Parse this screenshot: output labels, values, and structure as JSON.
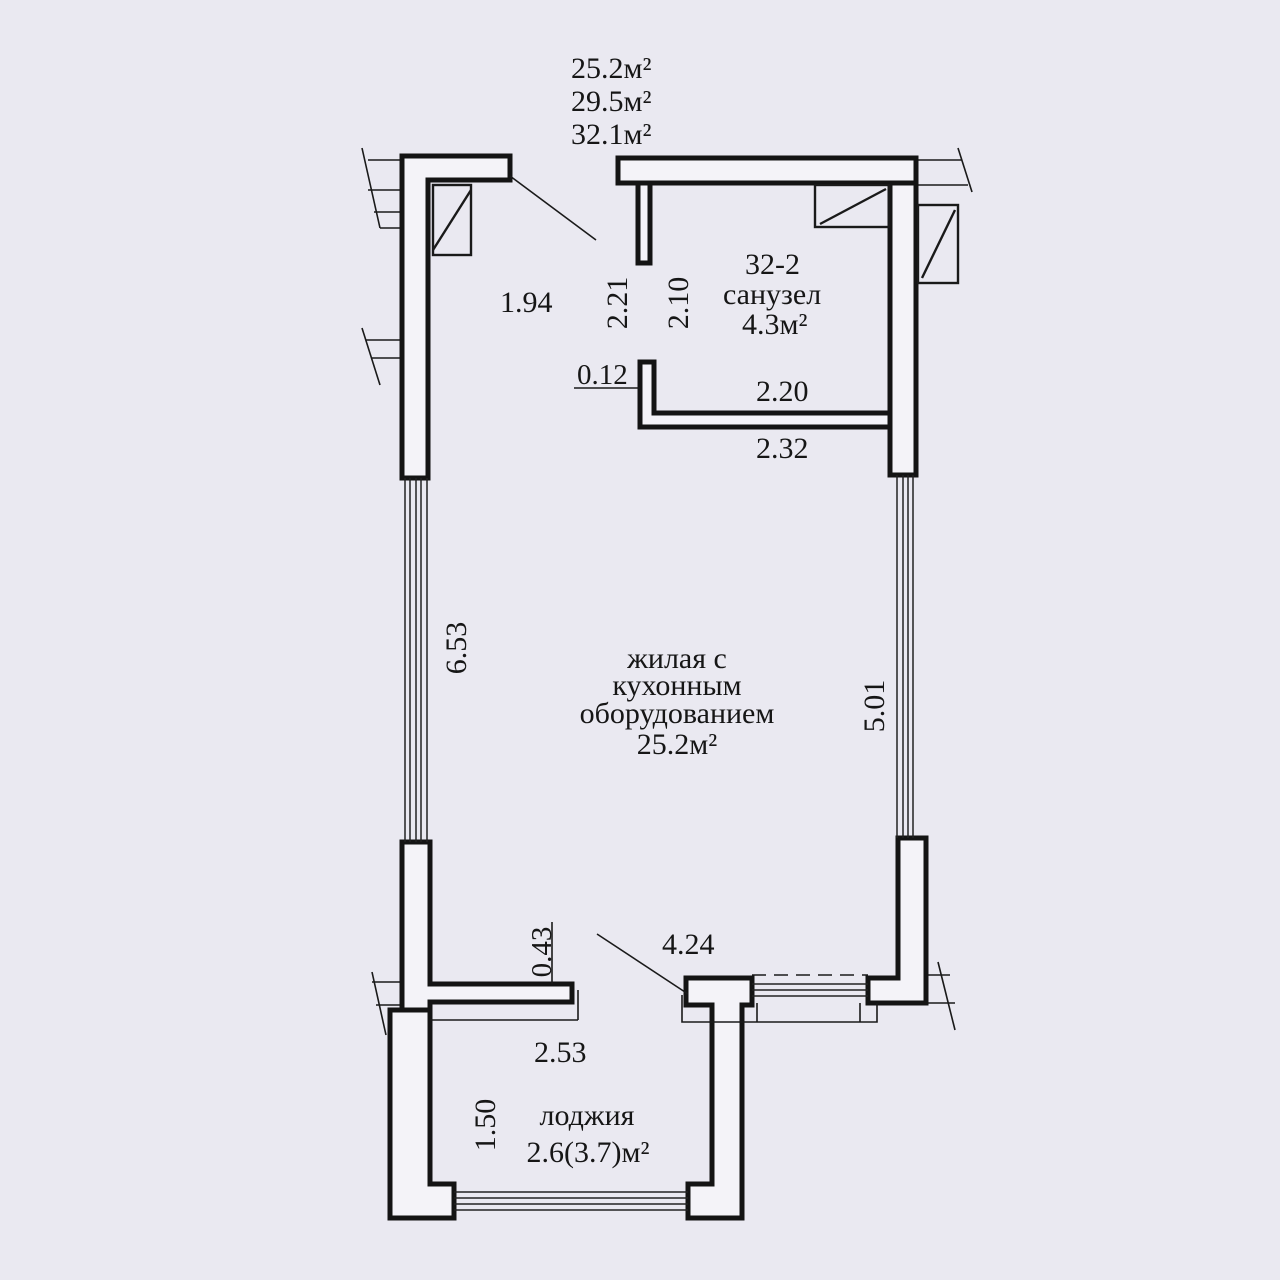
{
  "areas": {
    "living": "25.2м²",
    "total": "29.5м²",
    "total_with_loggia": "32.1м²"
  },
  "bathroom": {
    "number": "32-2",
    "name": "санузел",
    "area": "4.3м²"
  },
  "living_room": {
    "line1": "жилая с",
    "line2": "кухонным",
    "line3": "оборудованием",
    "area": "25.2м²"
  },
  "loggia": {
    "name": "лоджия",
    "area": "2.6(3.7)м²"
  },
  "dimensions": {
    "d_1_94": "1.94",
    "d_2_21": "2.21",
    "d_2_10": "2.10",
    "d_0_12": "0.12",
    "d_2_20": "2.20",
    "d_2_32": "2.32",
    "d_6_53": "6.53",
    "d_5_01": "5.01",
    "d_0_43": "0.43",
    "d_4_24": "4.24",
    "d_2_53": "2.53",
    "d_1_50": "1.50"
  },
  "colors": {
    "paper": "#eae9f1",
    "ink": "#141414"
  }
}
